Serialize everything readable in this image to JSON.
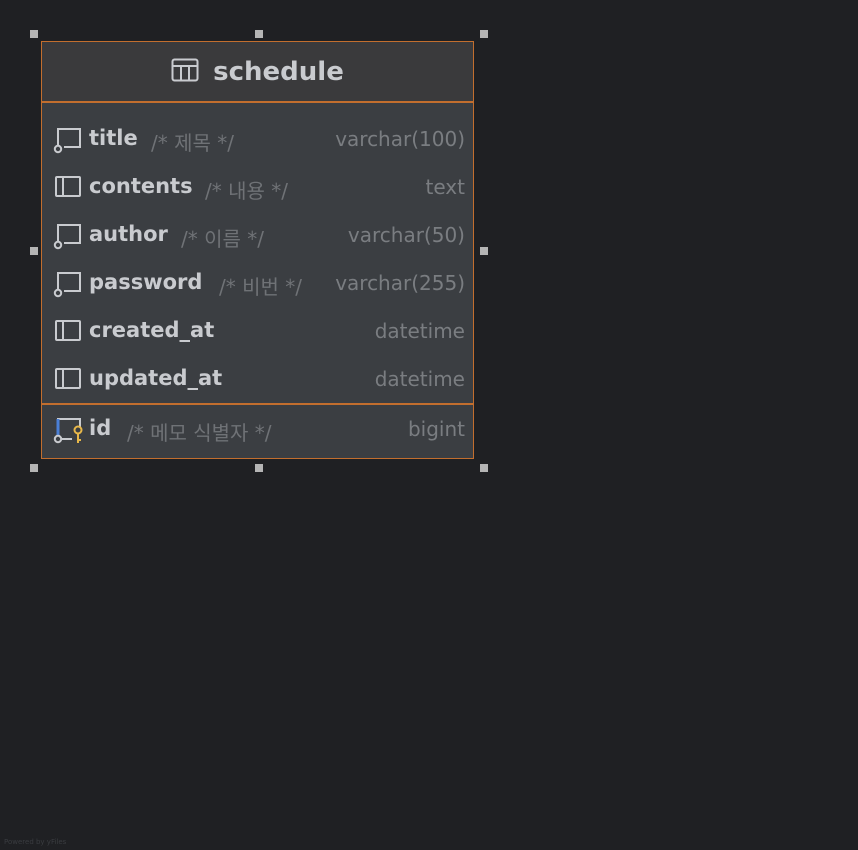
{
  "table": {
    "name": "schedule",
    "icon": "table-grid-icon",
    "columns": [
      {
        "name": "title",
        "comment": "/* 제목 */",
        "type": "varchar(100)",
        "icon": "nullable-column-icon"
      },
      {
        "name": "contents",
        "comment": "/* 내용 */",
        "type": "text",
        "icon": "column-icon"
      },
      {
        "name": "author",
        "comment": "/* 이름 */",
        "type": "varchar(50)",
        "icon": "nullable-column-icon"
      },
      {
        "name": "password",
        "comment": "/* 비번 */",
        "type": "varchar(255)",
        "icon": "nullable-column-icon"
      },
      {
        "name": "created_at",
        "comment": "",
        "type": "datetime",
        "icon": "column-icon"
      },
      {
        "name": "updated_at",
        "comment": "",
        "type": "datetime",
        "icon": "column-icon"
      }
    ],
    "primary_key": {
      "name": "id",
      "comment": "/* 메모 식별자 */",
      "type": "bigint",
      "icon": "primary-key-icon"
    }
  },
  "colors": {
    "background": "#1f2023",
    "border": "#c26e2e",
    "header_bg": "#3a3a3c",
    "body_bg": "#3b3e42",
    "text": "#c9cbcf",
    "muted": "#6f7276",
    "key": "#e8b84a",
    "pk_accent": "#4a7fd6"
  },
  "footer": {
    "credit": "Powered by yFiles"
  }
}
